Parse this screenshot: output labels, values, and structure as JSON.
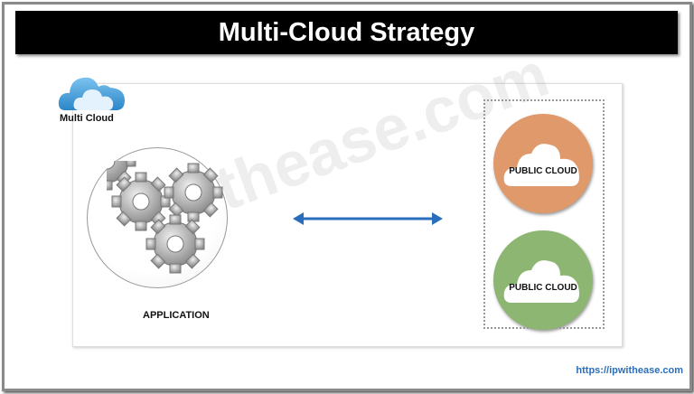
{
  "title": "Multi-Cloud Strategy",
  "multi_cloud_label": "Multi Cloud",
  "application_label": "APPLICATION",
  "public_clouds": [
    {
      "label": "PUBLIC CLOUD",
      "color": "#e0996a"
    },
    {
      "label": "PUBLIC CLOUD",
      "color": "#8db673"
    }
  ],
  "arrow_color": "#2a6ebb",
  "watermark": "ipwithease.com",
  "url": "https://ipwithease.com"
}
